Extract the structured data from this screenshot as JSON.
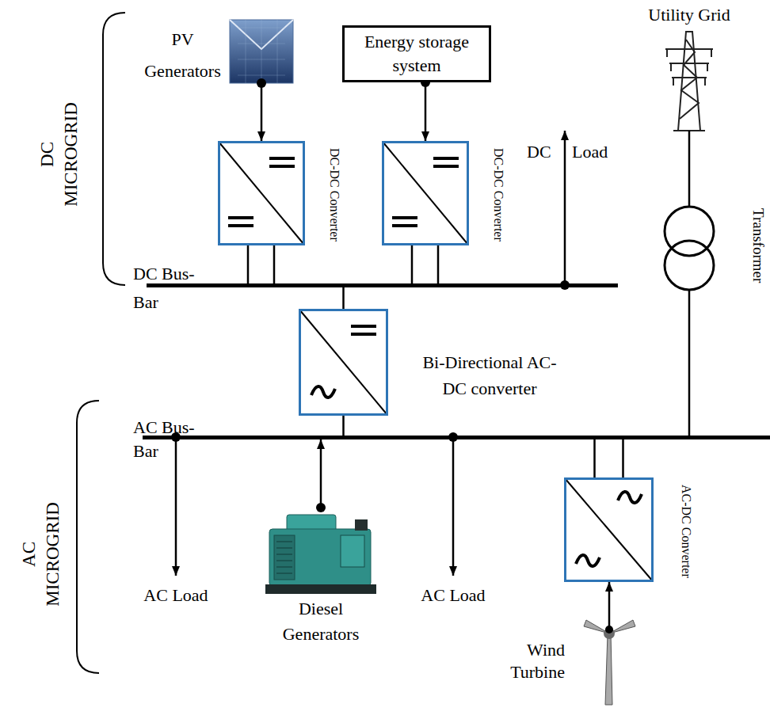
{
  "diagram": {
    "nodes": [
      {
        "text": [
          "PV Generators"
        ]
      },
      {
        "text": [
          "Energy storage system"
        ]
      },
      {
        "text": [
          "Utility Grid"
        ]
      },
      {
        "text": [
          "DC-DC Converter"
        ]
      },
      {
        "text": [
          "DC-DC Converter"
        ]
      },
      {
        "text": [
          "Transformer"
        ]
      },
      {
        "text": [
          "DC Bus-Bar"
        ]
      },
      {
        "text": [
          "Bi-Directional AC-DC converter"
        ]
      },
      {
        "text": [
          "AC Bus-Bar"
        ]
      },
      {
        "text": [
          "Diesel Generators"
        ]
      },
      {
        "text": [
          "AC-DC Converter"
        ]
      },
      {
        "text": [
          "Wind Turbine"
        ]
      }
    ],
    "edges": [
      {
        "from": 0,
        "to": 3,
        "arrow": "to"
      },
      {
        "from": 1,
        "to": 4,
        "arrow": "to"
      },
      {
        "from": 2,
        "to": 5,
        "arrow": "none"
      },
      {
        "from": 3,
        "to": 6,
        "arrow": "none"
      },
      {
        "from": 4,
        "to": 6,
        "arrow": "none"
      },
      {
        "from": 6,
        "to": 7,
        "arrow": "none"
      },
      {
        "from": 5,
        "to": 8,
        "arrow": "none"
      },
      {
        "from": 7,
        "to": 8,
        "arrow": "none"
      },
      {
        "from": 9,
        "to": 8,
        "arrow": "to"
      },
      {
        "from": 10,
        "to": 8,
        "arrow": "none"
      },
      {
        "from": 11,
        "to": 10,
        "arrow": "to"
      }
    ],
    "labels": [
      "DC MICROGRID",
      "DC Load",
      "AC MICROGRID",
      "AC Load",
      "AC Load"
    ]
  }
}
